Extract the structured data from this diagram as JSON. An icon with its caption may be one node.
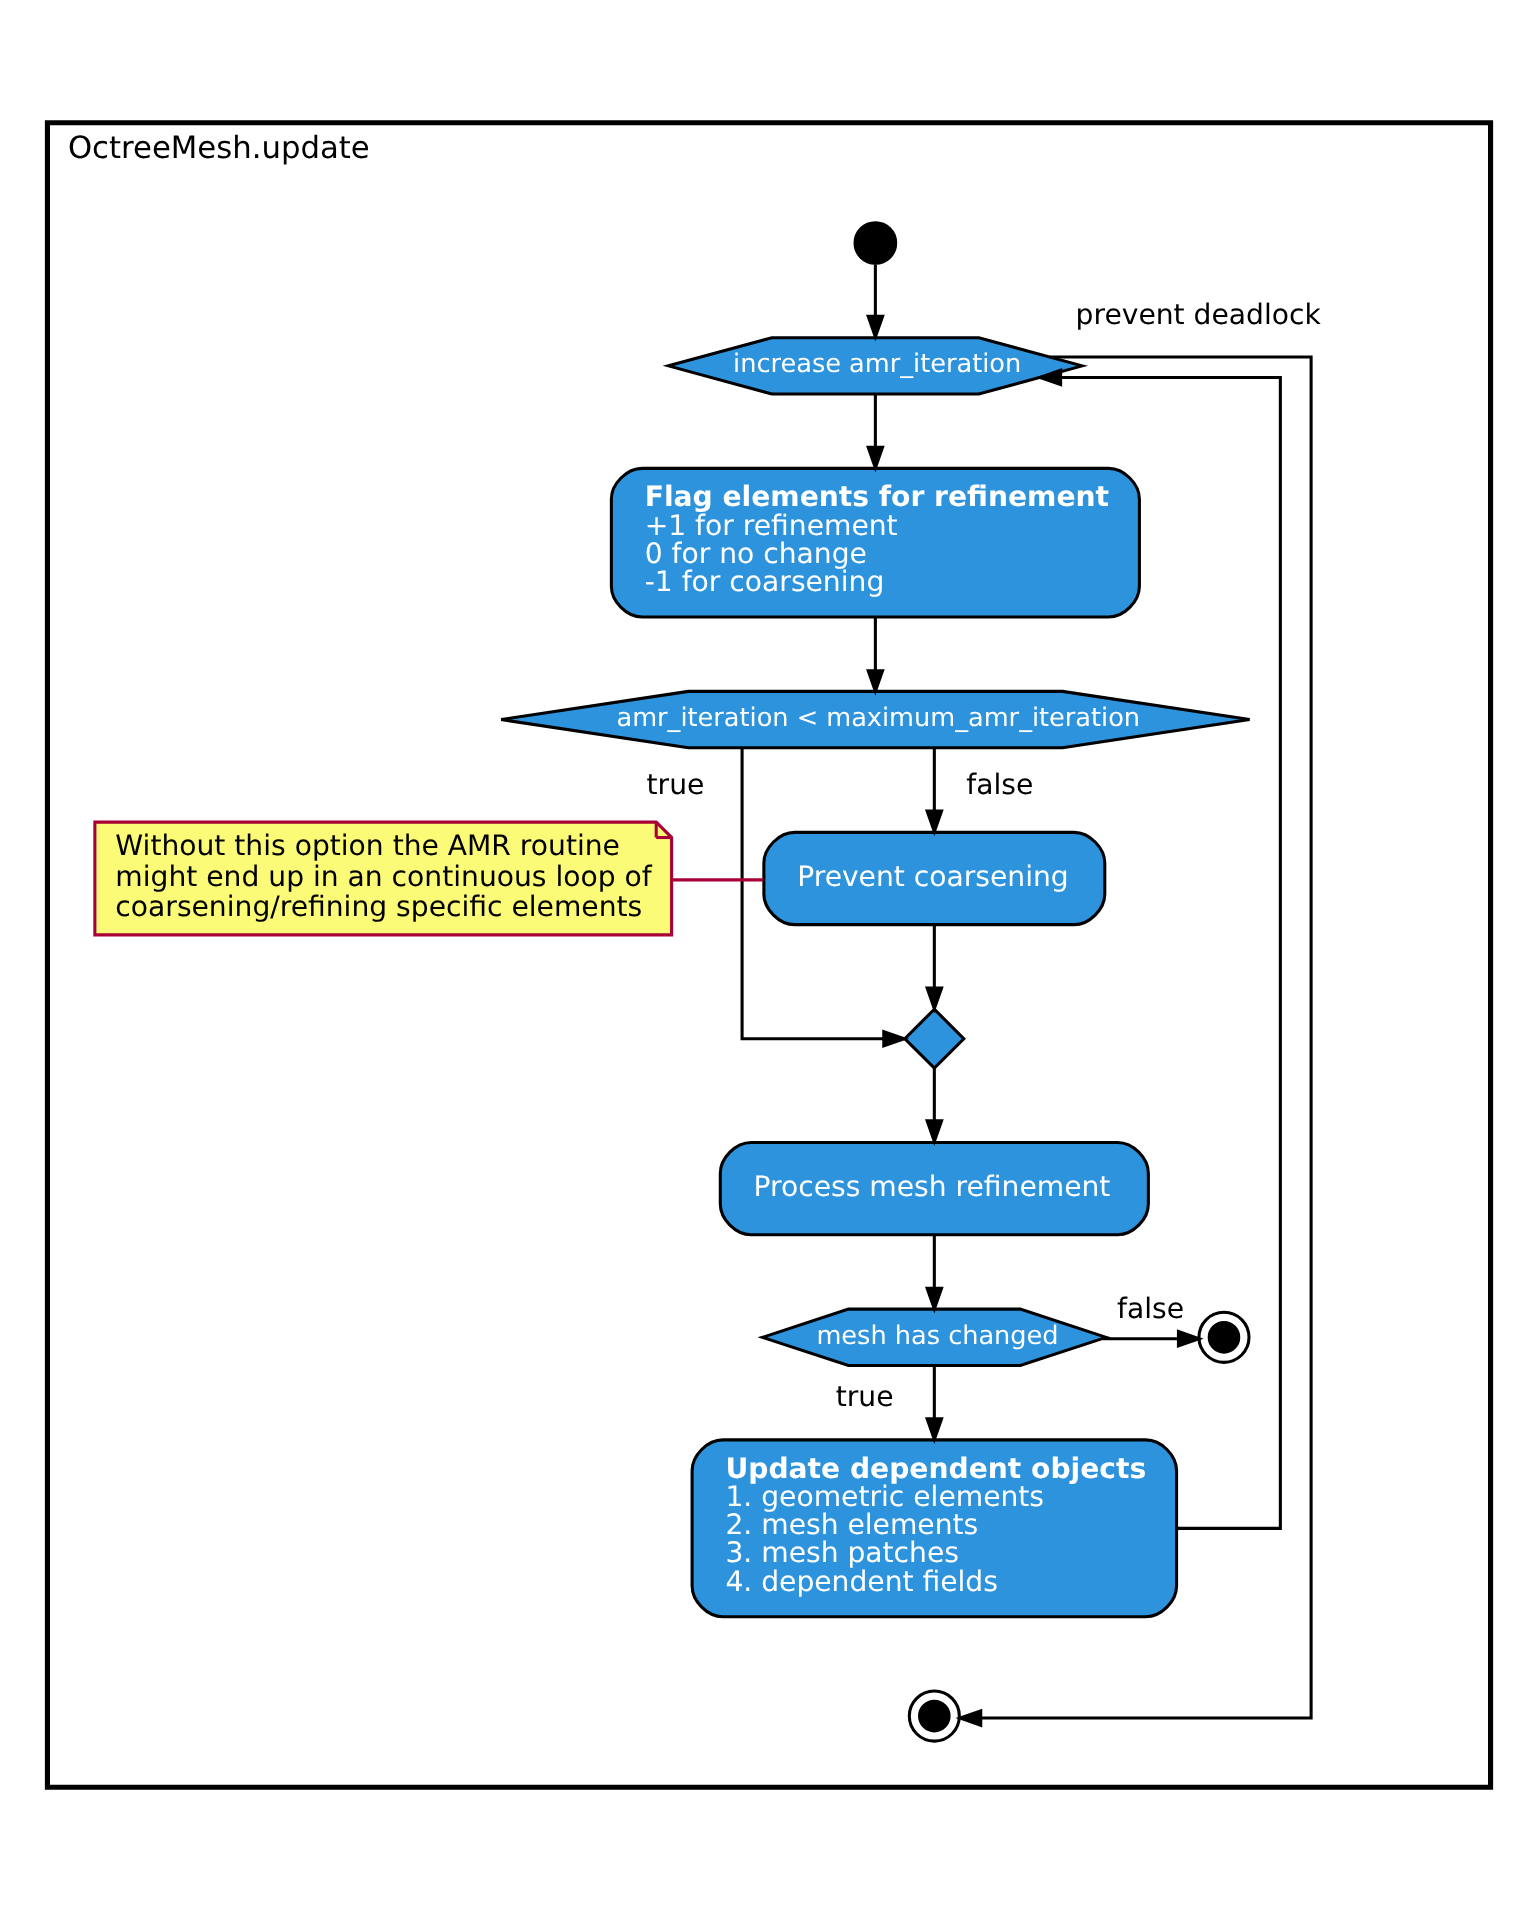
{
  "diagram": {
    "nodes": [
      {
        "text": [
          "OctreeMesh.update"
        ]
      },
      {
        "text": [],
        "shape": "circle",
        "in": 0
      },
      {
        "text": [
          "increase amr_iteration"
        ],
        "in": 0
      },
      {
        "text": [
          "Flag elements for refinement",
          "+1 for refinement",
          "0 for no change",
          "-1 for coarsening"
        ],
        "in": 0
      },
      {
        "text": [
          "amr_iteration < maximum_amr_iteration"
        ],
        "in": 0
      },
      {
        "text": [
          "Without this option the AMR routine might end up in an continuous loop of coarsening/refining specific elements"
        ],
        "in": 0
      },
      {
        "text": [
          "Prevent coarsening"
        ],
        "in": 0
      },
      {
        "text": [],
        "shape": "diamond",
        "in": 0
      },
      {
        "text": [
          "Process mesh refinement"
        ],
        "in": 0
      },
      {
        "text": [
          "mesh has changed"
        ],
        "in": 0
      },
      {
        "text": [],
        "shape": "circle",
        "in": 0
      },
      {
        "text": [
          "Update dependent objects",
          "1. geometric elements",
          "2. mesh elements",
          "3. mesh patches",
          "4. dependent fields"
        ],
        "in": 0
      },
      {
        "text": [],
        "shape": "circle",
        "in": 0
      }
    ],
    "edges": [
      {
        "from": 1,
        "to": 2,
        "arrow": "to"
      },
      {
        "from": 2,
        "to": 12,
        "arrow": "to",
        "label": "prevent deadlock"
      },
      {
        "from": 2,
        "to": 3,
        "arrow": "to"
      },
      {
        "from": 3,
        "to": 4,
        "arrow": "to"
      },
      {
        "from": 4,
        "to": 7,
        "arrow": "to",
        "label": "true"
      },
      {
        "from": 4,
        "to": 6,
        "arrow": "to",
        "label": "false"
      },
      {
        "from": 5,
        "to": 6,
        "arrow": "none",
        "color": "#a80036"
      },
      {
        "from": 6,
        "to": 7,
        "arrow": "to"
      },
      {
        "from": 7,
        "to": 8,
        "arrow": "to"
      },
      {
        "from": 8,
        "to": 9,
        "arrow": "to"
      },
      {
        "from": 9,
        "to": 10,
        "arrow": "to",
        "label": "false"
      },
      {
        "from": 9,
        "to": 11,
        "arrow": "to",
        "label": "true"
      },
      {
        "from": 11,
        "to": 2,
        "arrow": "to"
      }
    ]
  }
}
